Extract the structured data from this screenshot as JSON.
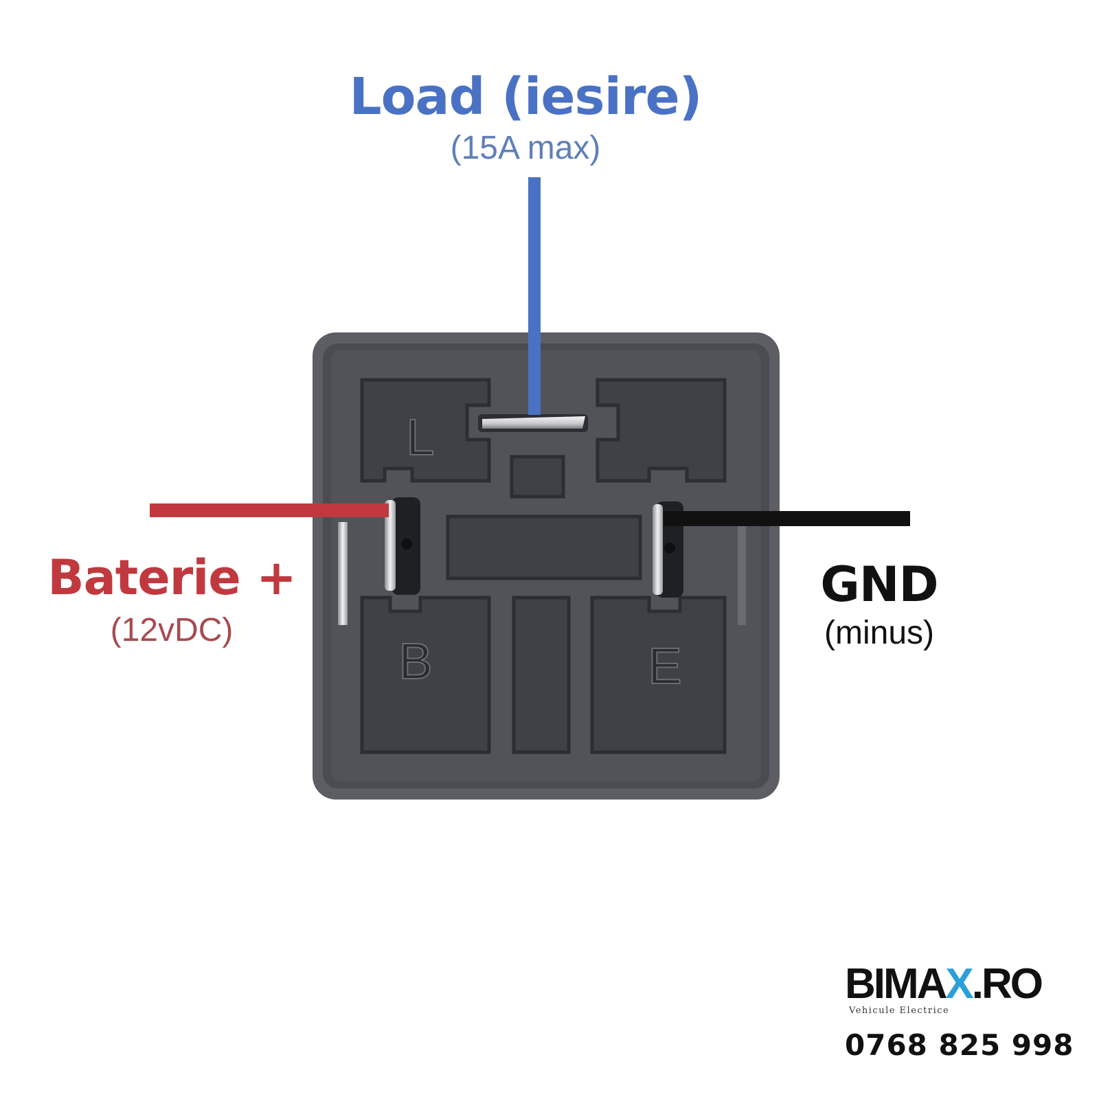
{
  "labels": {
    "load": {
      "title": "Load (iesire)",
      "subtitle": "(15A max)"
    },
    "battery": {
      "title": "Baterie +",
      "subtitle": "(12vDC)"
    },
    "ground": {
      "title": "GND",
      "subtitle": "(minus)"
    }
  },
  "pin_letters": {
    "load": "L",
    "battery": "B",
    "ground": "E"
  },
  "brand": {
    "name_prefix": "BIMA",
    "name_x": "X",
    "name_suffix": ".RO",
    "tagline": "Vehicule Electrice",
    "phone": "0768 825 998"
  },
  "colors": {
    "load": "#4a72c4",
    "load_sub": "#5f7fb8",
    "battery": "#c0393f",
    "battery_sub": "#a84a50",
    "ground": "#111111",
    "housing": "#55575d",
    "housing_inner": "#45474d",
    "brand_accent": "#2a9fd8"
  }
}
